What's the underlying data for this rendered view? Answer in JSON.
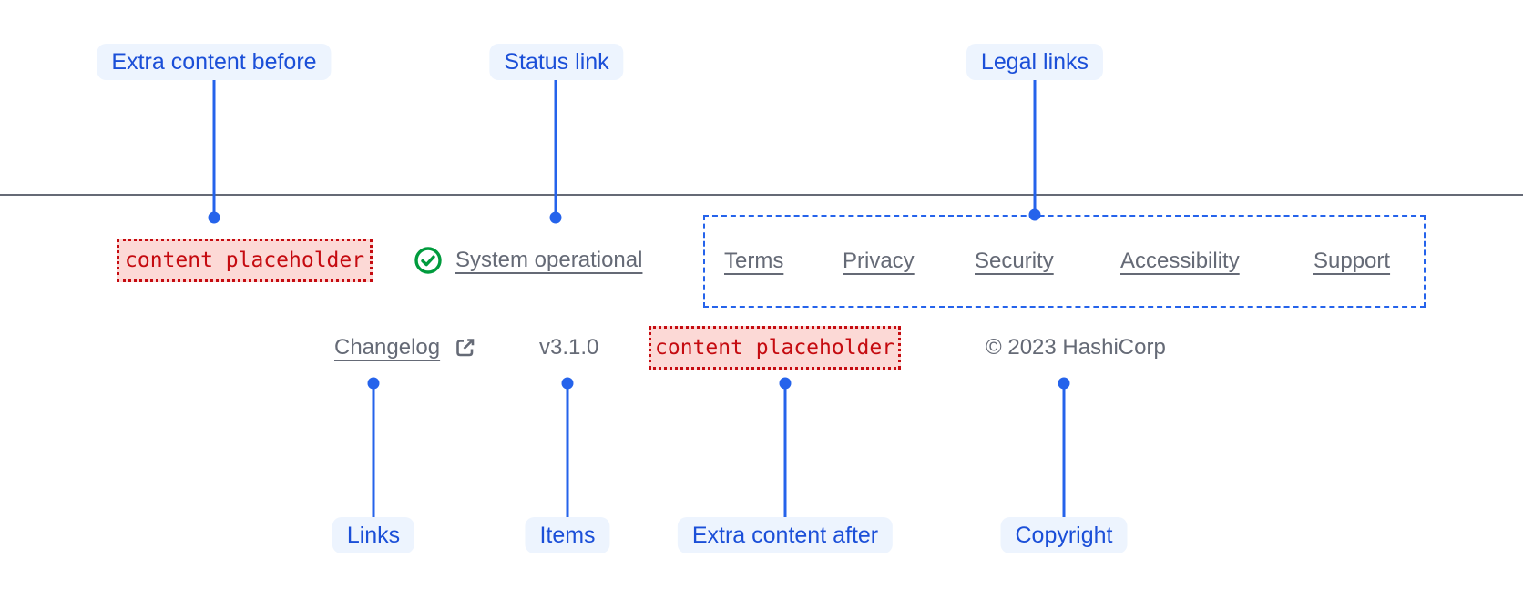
{
  "colors": {
    "annotation_blue": "#2563eb",
    "badge_bg": "#edf4fe",
    "badge_text": "#1b4fd8",
    "placeholder_red": "#c50b10",
    "placeholder_bg": "#fcd9d6",
    "link_gray": "#656a76",
    "success_green": "#009b3d",
    "divider_gray": "#656a76"
  },
  "annotations": {
    "top": [
      {
        "label": "Extra content before"
      },
      {
        "label": "Status link"
      },
      {
        "label": "Legal links"
      }
    ],
    "bottom": [
      {
        "label": "Links"
      },
      {
        "label": "Items"
      },
      {
        "label": "Extra content after"
      },
      {
        "label": "Copyright"
      }
    ]
  },
  "footer": {
    "extra_content_before": "content placeholder",
    "status_link": "System operational",
    "legal_links": [
      "Terms",
      "Privacy",
      "Security",
      "Accessibility",
      "Support"
    ],
    "links": [
      {
        "label": "Changelog"
      }
    ],
    "items": [
      "v3.1.0"
    ],
    "extra_content_after": "content placeholder",
    "copyright": "© 2023 HashiCorp"
  }
}
